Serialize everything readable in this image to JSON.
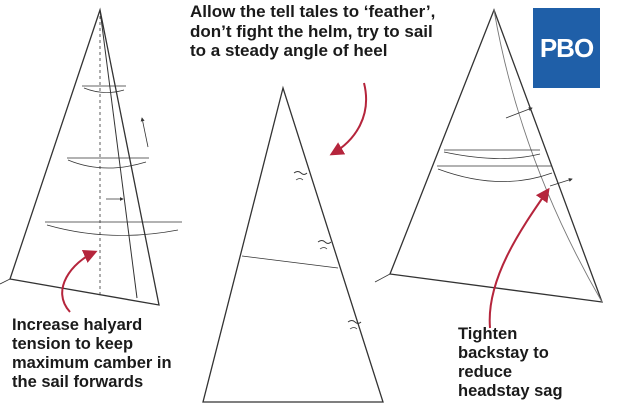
{
  "captions": {
    "top": "Allow the tell tales to ‘feather’,\ndon’t fight the helm, try to sail\nto a steady angle of heel",
    "left": "Increase halyard\ntension to keep\nmaximum camber in\nthe sail forwards",
    "right": "Tighten\nbackstay to\nreduce\nheadstay sag"
  },
  "logo": {
    "text": "PBO"
  },
  "colors": {
    "arrow": "#b5253c",
    "outline": "#333333",
    "logo_bg": "#1f5fa8"
  }
}
